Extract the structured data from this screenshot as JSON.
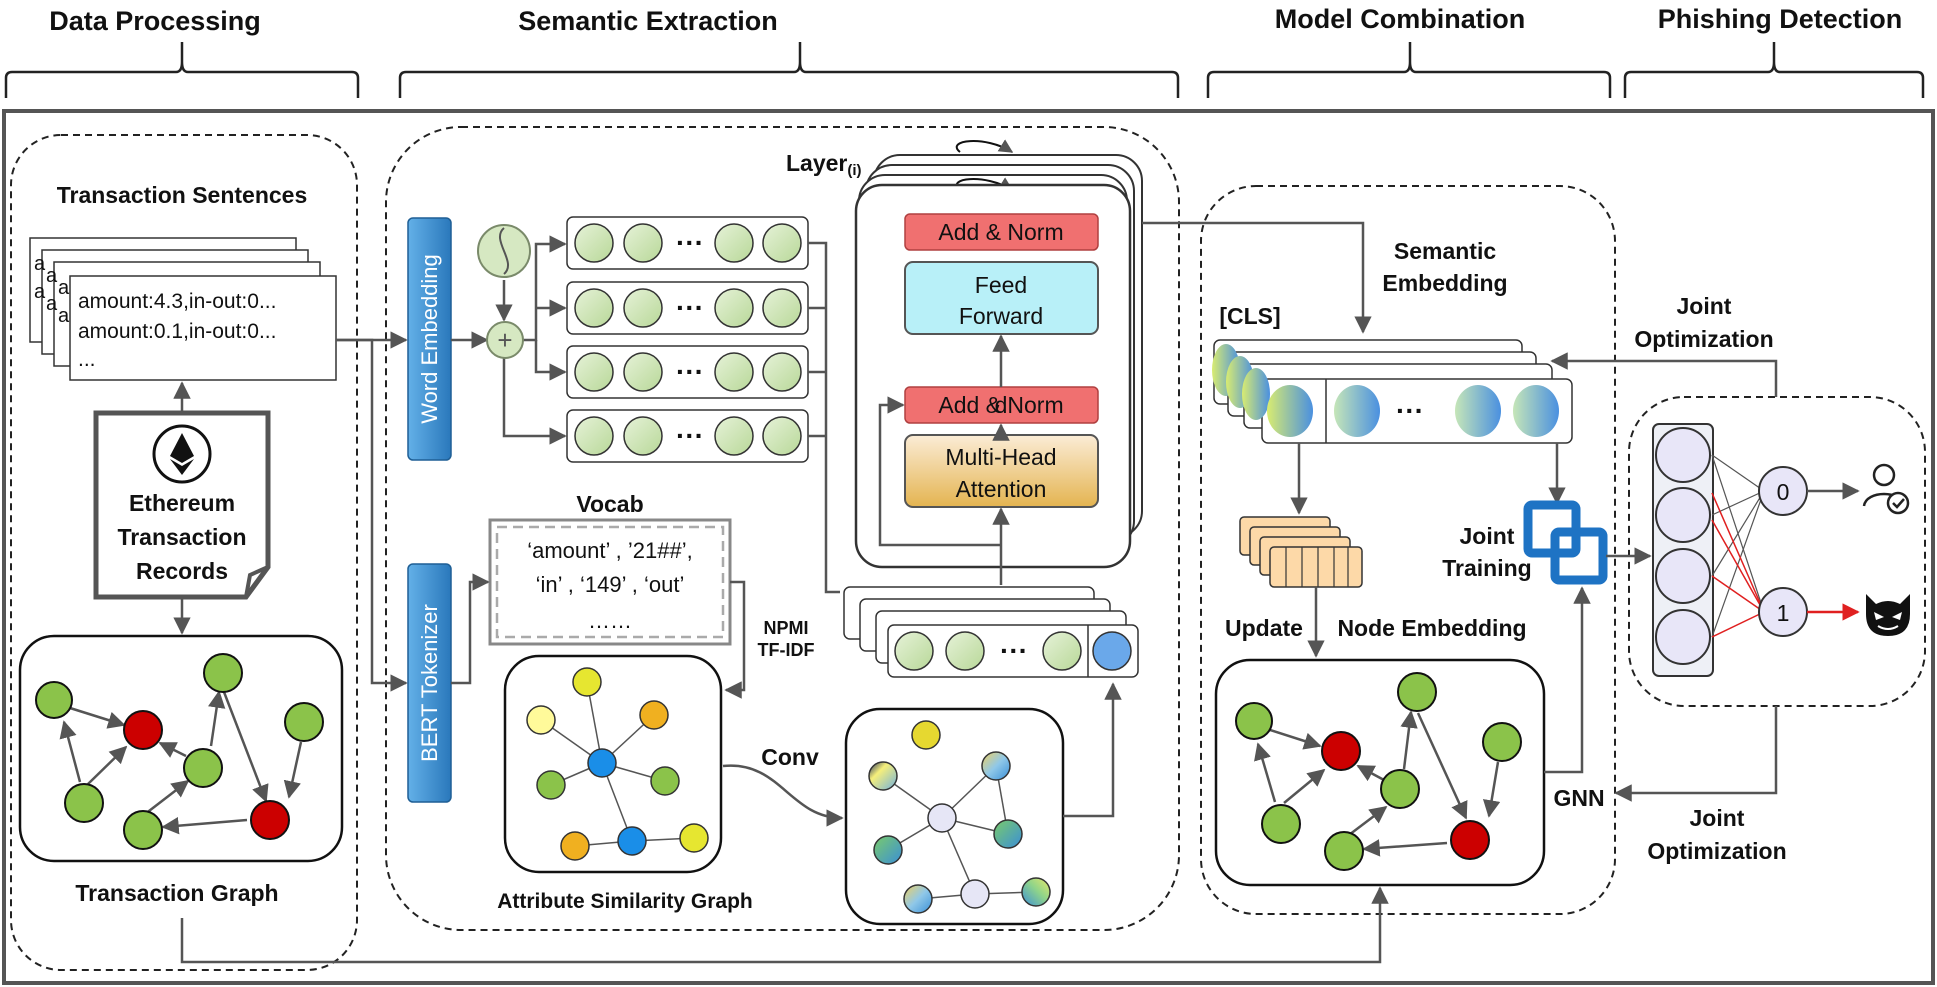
{
  "stages": {
    "data_processing": "Data Processing",
    "semantic_extraction": "Semantic Extraction",
    "model_combination": "Model Combination",
    "phishing_detection": "Phishing Detection"
  },
  "data_processing": {
    "sentences_title": "Transaction Sentences",
    "sentence_lines": [
      "amount:4.3,in-out:0...",
      "amount:0.1,in-out:0...",
      "..."
    ],
    "records_lines": [
      "Ethereum",
      "Transaction",
      "Records"
    ],
    "graph_title": "Transaction Graph",
    "ethereum_icon": "ethereum-icon",
    "document_icon": "document-icon"
  },
  "semantic_extraction": {
    "word_embedding": "Word Embedding",
    "bert_tokenizer": "BERT Tokenizer",
    "vocab_title": "Vocab",
    "vocab_lines": [
      "‘amount’ , ’21##’,",
      "‘in’ , ‘149’ , ‘out’",
      "……"
    ],
    "npmi": "NPMI",
    "tfidf": "TF-IDF",
    "conv": "Conv",
    "attr_graph_title": "Attribute Similarity Graph",
    "layer_label": "Layer",
    "layer_sub": "(i)",
    "add_norm": "Add & Norm",
    "feed_forward": [
      "Feed",
      "Forward"
    ],
    "mha": [
      "Multi-Head",
      "Attention"
    ],
    "ellipsis": "···",
    "colors": {
      "node": "#c5e0a5",
      "add_norm": "#f07070",
      "feed_forward": "#b8f0f8",
      "mha": "#e8c070",
      "blue_bar": "#3d8fcf"
    }
  },
  "model_combination": {
    "cls": "[CLS]",
    "semantic_embedding": [
      "Semantic",
      "Embedding"
    ],
    "joint_training": [
      "Joint",
      "Training"
    ],
    "update": "Update",
    "node_embedding": "Node Embedding",
    "gnn": "GNN"
  },
  "phishing_detection": {
    "joint_opt_top": [
      "Joint",
      "Optimization"
    ],
    "joint_opt_bottom": [
      "Joint",
      "Optimization"
    ],
    "out0": "0",
    "out1": "1",
    "normal_icon": "verified-user-icon",
    "phisher_icon": "malicious-face-icon",
    "colors": {
      "phishing_arrow": "#e02020"
    }
  }
}
